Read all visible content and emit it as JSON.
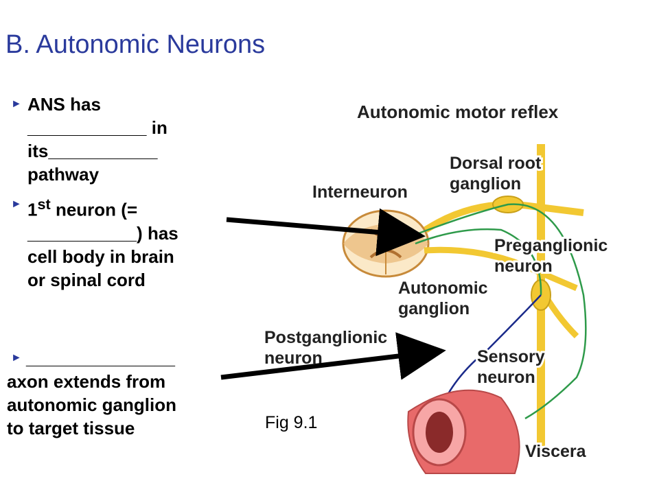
{
  "title": "B. Autonomic Neurons",
  "bullets": [
    {
      "icon": "triangle-bullet-icon",
      "lines": [
        "ANS has",
        "____________ in",
        "its___________",
        "pathway"
      ]
    },
    {
      "icon": "triangle-bullet-icon",
      "lead": "1",
      "sup": "st",
      "first_rest": " neuron (=",
      "lines": [
        "___________) has",
        "cell body in brain",
        "or spinal cord"
      ]
    },
    {
      "icon": "triangle-bullet-icon",
      "lines": [
        "_______________",
        "axon extends from",
        "autonomic ganglion",
        "to target tissue"
      ]
    }
  ],
  "figure": {
    "heading": "Autonomic motor reflex",
    "labels": {
      "dorsal_root": [
        "Dorsal root",
        "ganglion"
      ],
      "interneuron": "Interneuron",
      "preganglionic": [
        "Preganglionic",
        "neuron"
      ],
      "autonomic_ganglion": [
        "Autonomic",
        "ganglion"
      ],
      "postganglionic": [
        "Postganglionic",
        "neuron"
      ],
      "sensory": [
        "Sensory",
        "neuron"
      ],
      "viscera": "Viscera"
    },
    "caption": "Fig 9.1"
  },
  "colors": {
    "title": "#2a3a9c",
    "nerve": "#f2c832",
    "preganglionic_fiber": "#2e9a4a",
    "postganglionic_fiber": "#1a2a8a",
    "spinal_cord": "#e0b070",
    "viscera": "#e86a6a",
    "arrow": "#000000"
  }
}
